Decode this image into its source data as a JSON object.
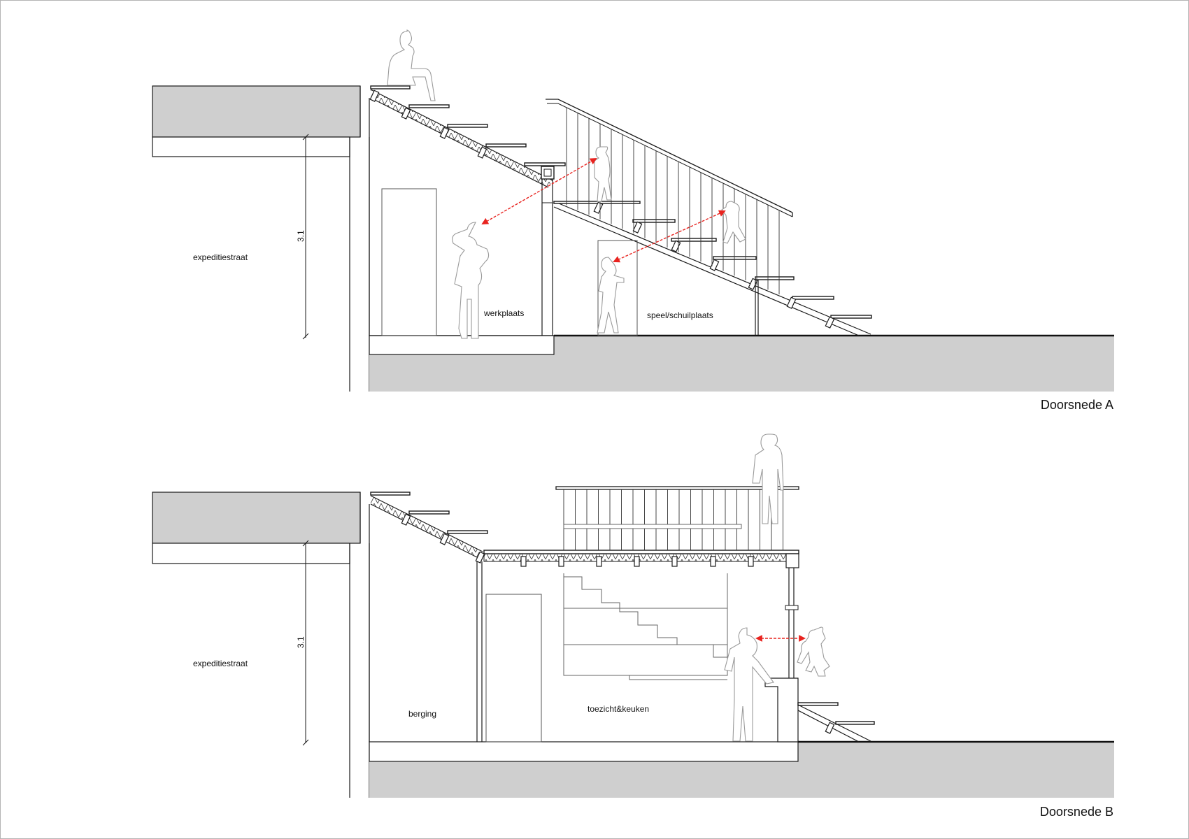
{
  "sections": [
    {
      "title": "Doorsnede A",
      "dimension": "3.1",
      "labels": {
        "street": "expeditiestraat",
        "room_left": "werkplaats",
        "room_right": "speel/schuilplaats"
      }
    },
    {
      "title": "Doorsnede B",
      "dimension": "3.1",
      "labels": {
        "street": "expeditiestraat",
        "room_left": "berging",
        "room_right": "toezicht&keuken"
      }
    }
  ],
  "colors": {
    "fill_grey": "#cfcfcf",
    "line": "#1a1a1a",
    "figure": "#9a9a9a",
    "sightline": "#e8231f"
  }
}
